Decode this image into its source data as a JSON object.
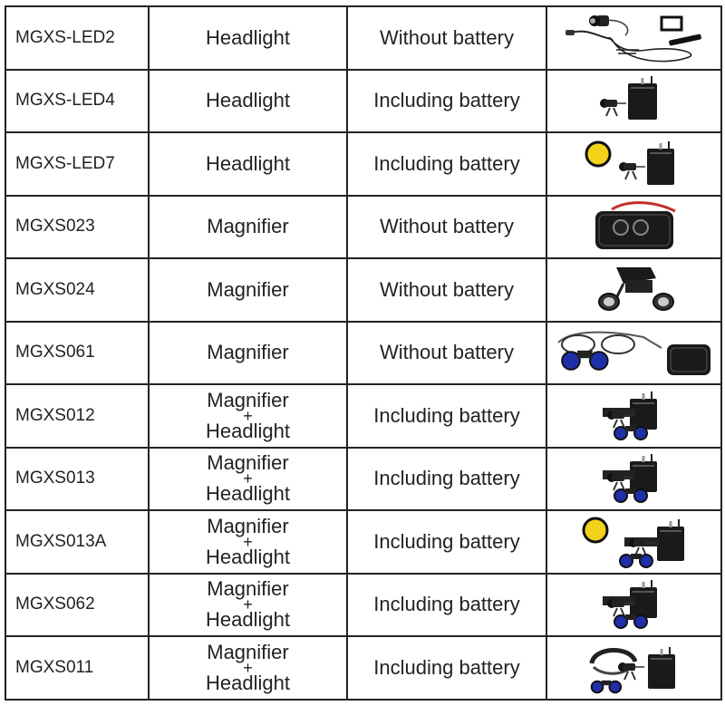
{
  "rows": [
    {
      "model": "MGXS-LED2",
      "type": [
        "Headlight"
      ],
      "battery": "Without battery",
      "picture": "headlamp-cable-icon"
    },
    {
      "model": "MGXS-LED4",
      "type": [
        "Headlight"
      ],
      "battery": "Including battery",
      "picture": "headlight-battery-icon"
    },
    {
      "model": "MGXS-LED7",
      "type": [
        "Headlight"
      ],
      "battery": "Including battery",
      "picture": "headlight-filter-battery-icon"
    },
    {
      "model": "MGXS023",
      "type": [
        "Magnifier"
      ],
      "battery": "Without battery",
      "picture": "loupe-case-icon"
    },
    {
      "model": "MGXS024",
      "type": [
        "Magnifier"
      ],
      "battery": "Without battery",
      "picture": "loupe-icon"
    },
    {
      "model": "MGXS061",
      "type": [
        "Magnifier"
      ],
      "battery": "Without battery",
      "picture": "glasses-loupe-case-icon"
    },
    {
      "model": "MGXS012",
      "type": [
        "Magnifier",
        "+",
        "Headlight"
      ],
      "battery": "Including battery",
      "picture": "loupe-headlight-battery-icon"
    },
    {
      "model": "MGXS013",
      "type": [
        "Magnifier",
        "+",
        "Headlight"
      ],
      "battery": "Including battery",
      "picture": "loupe-headlight-battery-icon"
    },
    {
      "model": "MGXS013A",
      "type": [
        "Magnifier",
        "+",
        "Headlight"
      ],
      "battery": "Including battery",
      "picture": "loupe-headlight-filter-icon"
    },
    {
      "model": "MGXS062",
      "type": [
        "Magnifier",
        "+",
        "Headlight"
      ],
      "battery": "Including battery",
      "picture": "loupe-headlight-battery-icon"
    },
    {
      "model": "MGXS011",
      "type": [
        "Magnifier",
        "+",
        "Headlight"
      ],
      "battery": "Including battery",
      "picture": "headband-loupe-battery-icon"
    }
  ],
  "colors": {
    "border": "#222222",
    "text": "#222222",
    "filter": "#f2d21a",
    "lens": "#1f2fa8",
    "device": "#1a1a1a"
  }
}
